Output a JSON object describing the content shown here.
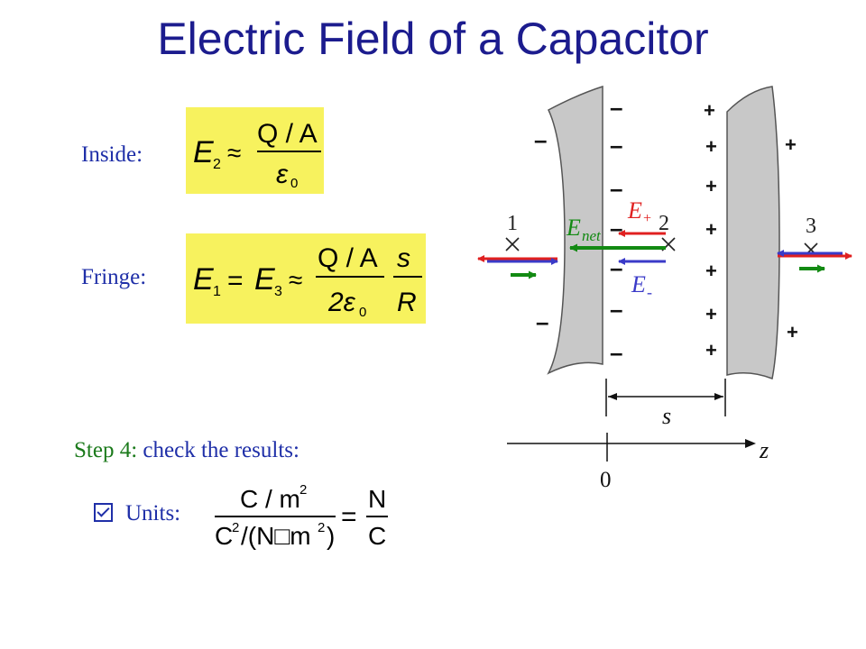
{
  "title": "Electric Field of a Capacitor",
  "inside_label": "Inside:",
  "fringe_label": "Fringe:",
  "step_label": "Step 4:",
  "step_text": " check the results:",
  "units_label": "Units:",
  "formula_inside": {
    "lhs": "E",
    "lhs_sub": "2",
    "approx": "≈",
    "num": "Q / A",
    "den": "ε",
    "den_sub": "0"
  },
  "formula_fringe": {
    "e1": "E",
    "e1_sub": "1",
    "eq": "=",
    "e3": "E",
    "e3_sub": "3",
    "approx": "≈",
    "num": "Q / A",
    "den_coef": "2ε",
    "den_sub": "0",
    "s": "s",
    "r": "R"
  },
  "formula_units": {
    "num": "C / m",
    "num_sup": "2",
    "den_c": "C",
    "den_c_sup": "2",
    "den_rest": "/(N□m",
    "den_m_sup": "2",
    "den_close": ")",
    "eq": "=",
    "rhs_num": "N",
    "rhs_den": "C"
  },
  "diagram": {
    "point_1": "1",
    "point_2": "2",
    "point_3": "3",
    "e_plus": "E",
    "e_plus_sub": "+",
    "e_minus": "E",
    "e_minus_sub": "-",
    "e_net": "E",
    "e_net_sub": "net",
    "s_label": "s",
    "z_label": "z",
    "zero_label": "0",
    "minus": "–",
    "plus": "+"
  },
  "colors": {
    "title": "#1c1c8e",
    "label": "#1f2fa8",
    "step": "#1b7a1b",
    "box": "#f7f25e",
    "plate": "#c8c8c8",
    "red": "#e02020",
    "blue": "#3a3ac8",
    "green": "#138a13"
  }
}
